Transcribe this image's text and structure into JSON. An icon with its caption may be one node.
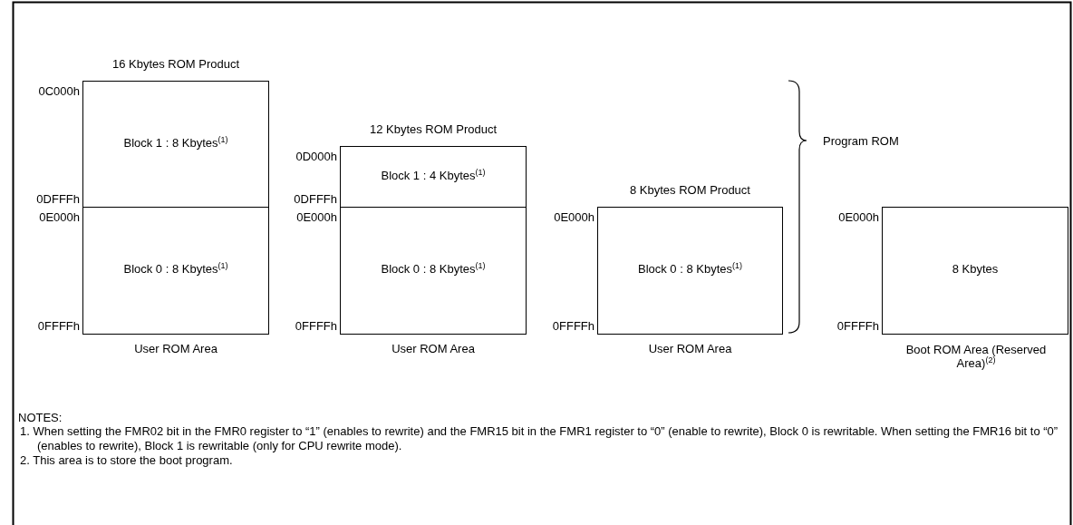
{
  "diagram": {
    "nodes": [
      {
        "text": [
          "16 Kbytes ROM Product",
          "User ROM Area"
        ]
      },
      {
        "text": [
          "Block 1 : 8 Kbytes$^{(1)}$"
        ],
        "in": 0,
        "beside": [
          "0C000h",
          "0DFFFh"
        ]
      },
      {
        "text": [
          "Block 0 : 8 Kbytes$^{(1)}$"
        ],
        "in": 0,
        "beside": [
          "0E000h",
          "0FFFFh"
        ]
      },
      {
        "text": [
          "12 Kbytes ROM Product",
          "User ROM Area"
        ]
      },
      {
        "text": [
          "Block 1 : 4 Kbytes$^{(1)}$"
        ],
        "in": 3,
        "beside": [
          "0D000h",
          "0DFFFh"
        ]
      },
      {
        "text": [
          "Block 0 : 8 Kbytes$^{(1)}$"
        ],
        "in": 3,
        "beside": [
          "0E000h",
          "0FFFFh"
        ]
      },
      {
        "text": [
          "8 Kbytes ROM Product",
          "User ROM Area"
        ]
      },
      {
        "text": [
          "Block 0 : 8 Kbytes$^{(1)}$"
        ],
        "in": 6,
        "beside": [
          "0E000h",
          "0FFFFh"
        ]
      },
      {
        "text": [
          "8 Kbytes",
          "Boot ROM Area (Reserved Area)$^{(2)}$"
        ],
        "beside": [
          "0E000h",
          "0FFFFh"
        ]
      }
    ],
    "edges": [],
    "labels": [
      "Program ROM",
      "NOTES:",
      "1. When setting the FMR02 bit in the FMR0 register to “1” (enables to rewrite) and the FMR15 bit in the FMR1 register to “0” (enable to rewrite), Block 0 is rewritable. When setting the FMR16 bit to “0” (enables to rewrite), Block 1 is rewritable (only for CPU rewrite mode).",
      "2. This area is to store the boot program."
    ]
  }
}
